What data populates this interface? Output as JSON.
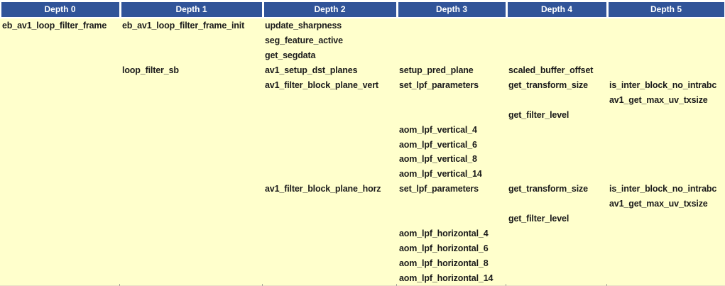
{
  "table": {
    "headers": [
      "Depth 0",
      "Depth 1",
      "Depth 2",
      "Depth 3",
      "Depth 4",
      "Depth 5"
    ],
    "rows": [
      [
        "eb_av1_loop_filter_frame",
        "eb_av1_loop_filter_frame_init",
        "update_sharpness",
        "",
        "",
        ""
      ],
      [
        "",
        "",
        "seg_feature_active",
        "",
        "",
        ""
      ],
      [
        "",
        "",
        "get_segdata",
        "",
        "",
        ""
      ],
      [
        "",
        "loop_filter_sb",
        "av1_setup_dst_planes",
        "setup_pred_plane",
        "scaled_buffer_offset",
        ""
      ],
      [
        "",
        "",
        "av1_filter_block_plane_vert",
        "set_lpf_parameters",
        "get_transform_size",
        "is_inter_block_no_intrabc"
      ],
      [
        "",
        "",
        "",
        "",
        "",
        "av1_get_max_uv_txsize"
      ],
      [
        "",
        "",
        "",
        "",
        "get_filter_level",
        ""
      ],
      [
        "",
        "",
        "",
        "aom_lpf_vertical_4",
        "",
        ""
      ],
      [
        "",
        "",
        "",
        "aom_lpf_vertical_6",
        "",
        ""
      ],
      [
        "",
        "",
        "",
        "aom_lpf_vertical_8",
        "",
        ""
      ],
      [
        "",
        "",
        "",
        "aom_lpf_vertical_14",
        "",
        ""
      ],
      [
        "",
        "",
        "av1_filter_block_plane_horz",
        "set_lpf_parameters",
        "get_transform_size",
        "is_inter_block_no_intrabc"
      ],
      [
        "",
        "",
        "",
        "",
        "",
        "av1_get_max_uv_txsize"
      ],
      [
        "",
        "",
        "",
        "",
        "get_filter_level",
        ""
      ],
      [
        "",
        "",
        "",
        "aom_lpf_horizontal_4",
        "",
        ""
      ],
      [
        "",
        "",
        "",
        "aom_lpf_horizontal_6",
        "",
        ""
      ],
      [
        "",
        "",
        "",
        "aom_lpf_horizontal_8",
        "",
        ""
      ],
      [
        "",
        "",
        "",
        "aom_lpf_horizontal_14",
        "",
        ""
      ]
    ]
  },
  "colors": {
    "header_bg": "#315499",
    "header_text": "#ffffff",
    "body_bg": "#ffffcc",
    "cell_text": "#1b1b1b"
  }
}
